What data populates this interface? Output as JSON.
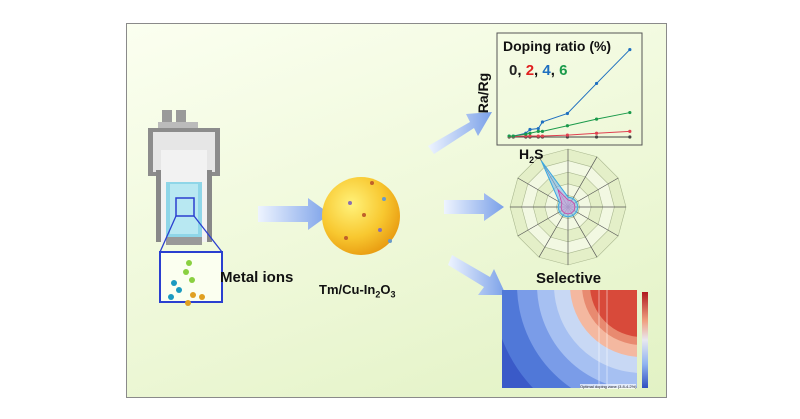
{
  "labels": {
    "metal_ions": "Metal ions",
    "material_main": "Tm/Cu-In",
    "material_sub": "2",
    "material_tail": "O",
    "material_sub2": "3",
    "selective": "Selective",
    "h2s_main": "H",
    "h2s_sub": "2",
    "h2s_tail": "S"
  },
  "chart_data": {
    "type": "line",
    "title": "Doping ratio (%)",
    "ylabel": "Ra/Rg",
    "legend": [
      {
        "name": "0",
        "color": "#222222"
      },
      {
        "name": "2",
        "color": "#e02020"
      },
      {
        "name": "4",
        "color": "#1e6fc0"
      },
      {
        "name": "6",
        "color": "#1a9a4a"
      }
    ],
    "x": [
      1,
      2,
      5,
      6,
      8,
      9,
      15,
      22,
      30
    ],
    "series": [
      {
        "name": "0",
        "color": "#444444",
        "values": [
          0,
          0,
          0,
          0,
          0,
          0,
          0,
          0,
          0
        ]
      },
      {
        "name": "2",
        "color": "#e04050",
        "values": [
          0.5,
          0.5,
          1,
          1,
          1,
          1,
          2,
          4,
          6
        ]
      },
      {
        "name": "4",
        "color": "#1e6fc0",
        "values": [
          1,
          1,
          4,
          8,
          9,
          16,
          25,
          57,
          93
        ]
      },
      {
        "name": "6",
        "color": "#1a9a4a",
        "values": [
          1,
          1,
          3,
          4,
          6,
          6,
          12,
          19,
          26
        ]
      }
    ],
    "ylim": [
      0,
      100
    ],
    "xlim": [
      0,
      31
    ]
  },
  "heatmap": {
    "annotation": "Optimal doping zone (3.8-4.2%)"
  },
  "colors": {
    "arrow": "#7aa0e8",
    "box": "#2a3fd0"
  }
}
